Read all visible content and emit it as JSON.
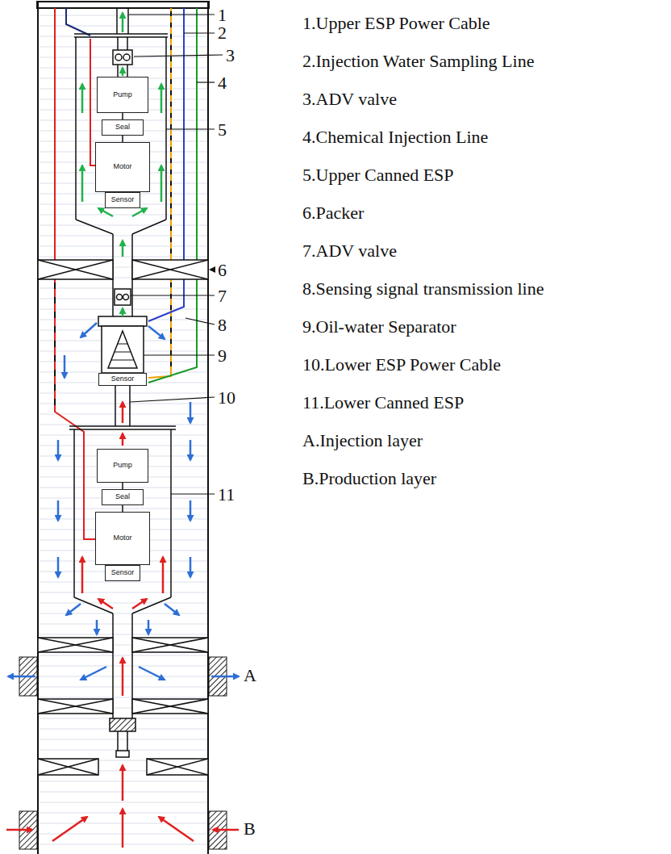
{
  "diagram": {
    "nodes": [
      {
        "text": [
          "Pump"
        ]
      },
      {
        "text": [
          "Seal"
        ]
      },
      {
        "text": [
          "Motor"
        ]
      },
      {
        "text": [
          "Sensor"
        ]
      },
      {
        "text": [
          "Sensor"
        ]
      },
      {
        "text": [
          "Pump"
        ]
      },
      {
        "text": [
          "Seal"
        ]
      },
      {
        "text": [
          "Motor"
        ]
      },
      {
        "text": [
          "Sensor"
        ]
      }
    ],
    "labels": [
      "1",
      "2",
      "3",
      "4",
      "5",
      "6",
      "7",
      "8",
      "9",
      "10",
      "11",
      "A",
      "B",
      "1.Upper ESP Power Cable",
      "2.Injection Water Sampling Line",
      "3.ADV valve",
      "4.Chemical Injection Line",
      "5.Upper Canned ESP",
      "6.Packer",
      "7.ADV valve",
      "8.Sensing signal transmission line",
      "9.Oil-water Separator",
      "10.Lower ESP Power Cable",
      "11.Lower Canned ESP",
      "A.Injection layer",
      "B.Production layer"
    ]
  }
}
